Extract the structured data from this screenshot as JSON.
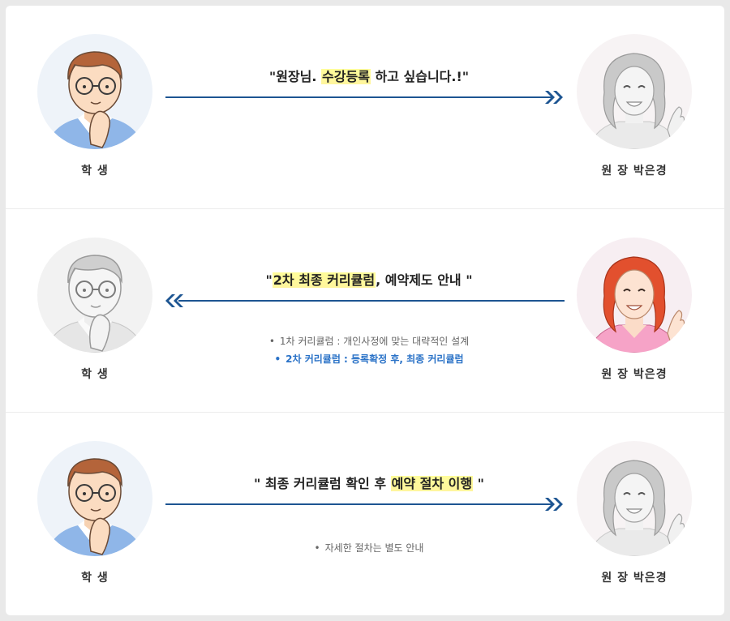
{
  "rows": [
    {
      "student_label": "학 생",
      "director_label": "원 장  박은경",
      "message_pre": "\"원장님. ",
      "message_highlight": "수강등록",
      "message_post": " 하고 싶습니다.!\"",
      "direction": "right",
      "notes": []
    },
    {
      "student_label": "학 생",
      "director_label": "원 장  박은경",
      "message_pre": "\"",
      "message_highlight": "2차 최종 커리큘럼",
      "message_post": ", 예약제도 안내 \"",
      "direction": "left",
      "notes": [
        {
          "bullet": "•",
          "text": "1차 커리큘럼 : 개인사정에 맞는 대략적인 설계",
          "style": "gray"
        },
        {
          "bullet": "•",
          "text": "2차 커리큘럼 : 등록확정 후, 최종 커리큘럼",
          "style": "blue"
        }
      ]
    },
    {
      "student_label": "학 생",
      "director_label": "원 장  박은경",
      "message_pre": "\" 최종 커리큘럼 확인 후 ",
      "message_highlight": "예약 절차 이행",
      "message_post": " \"",
      "direction": "right",
      "notes": [
        {
          "bullet": "•",
          "text": "자세한 절차는 별도 안내",
          "style": "gray"
        }
      ]
    }
  ],
  "colors": {
    "arrow": "#1d5592",
    "highlight": "#fff59d",
    "blue_note": "#2a72c7",
    "active_student_shirt": "#8fb6e8",
    "active_director_top": "#f6a3c7"
  },
  "active": {
    "student_rows": [
      0,
      2
    ],
    "director_rows": [
      1
    ]
  }
}
